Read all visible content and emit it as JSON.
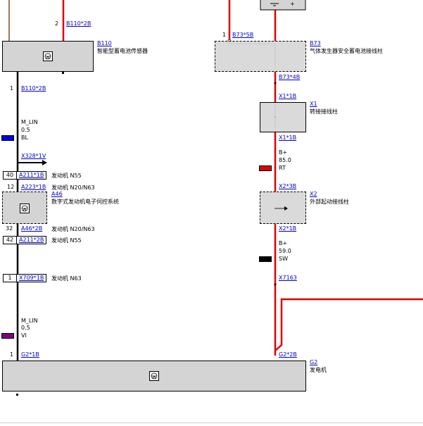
{
  "colors": {
    "wire_red": "#e00000",
    "wire_black": "#000000",
    "wire_brown": "#a07850",
    "component_fill": "#d4d4d4",
    "link": "#0000cc",
    "bl": "#0000dd",
    "rt": "#e00000",
    "sw": "#000000",
    "vi": "#800080"
  },
  "left": {
    "b110_pin_top": {
      "pin": "2",
      "ref": "B110*2B"
    },
    "b110": {
      "id": "B110",
      "name": "智能型蓄电池传感器"
    },
    "b110_pin_bottom": {
      "pin": "1",
      "ref": "B110*2B"
    },
    "wire1": {
      "signal": "M_LIN",
      "size": "0.5",
      "color": "BL"
    },
    "x328": {
      "ref": "X328*1V"
    },
    "box40": {
      "num": "40",
      "ref": "A211*1B",
      "note": "发动机 N55"
    },
    "a223": {
      "pin": "12",
      "ref": "A223*1B",
      "note": "发动机 N20/N63"
    },
    "a46": {
      "id": "A46",
      "name": "数字式发动机电子伺控系统"
    },
    "a46_pin": {
      "pin": "32",
      "ref": "A46*2B",
      "note": "发动机 N20/N63"
    },
    "box42": {
      "num": "42",
      "ref": "A211*2B",
      "note": "发动机 N55"
    },
    "box1": {
      "num": "1",
      "ref": "X709*1B",
      "note": "发动机 N63"
    },
    "wire2": {
      "signal": "M_LIN",
      "size": "0.5",
      "color": "VI"
    },
    "g2_pin_left": {
      "pin": "1",
      "ref": "G2*1B"
    }
  },
  "right": {
    "b73_pin": {
      "pin": "1",
      "ref": "B73*5B"
    },
    "b73": {
      "id": "B73",
      "name": "气体发生器安全蓄电池接线柱"
    },
    "b73_bottom": {
      "ref": "B73*4B"
    },
    "x1_top": {
      "ref": "X1*1B"
    },
    "x1": {
      "id": "X1",
      "name": "转接接线柱"
    },
    "x1_bottom": {
      "ref": "X1*1B"
    },
    "wire3": {
      "signal": "B+",
      "size": "85.0",
      "color": "RT"
    },
    "x2_top": {
      "ref": "X2*3B"
    },
    "x2": {
      "id": "X2",
      "name": "外部起动接线柱"
    },
    "x2_bottom": {
      "ref": "X2*1B"
    },
    "wire4": {
      "signal": "B+",
      "size": "59.0",
      "color": "SW"
    },
    "x7163": {
      "ref": "X7163"
    },
    "g2_pin_right": {
      "ref": "G2*2B"
    },
    "g2": {
      "id": "G2",
      "name": "发电机"
    }
  }
}
